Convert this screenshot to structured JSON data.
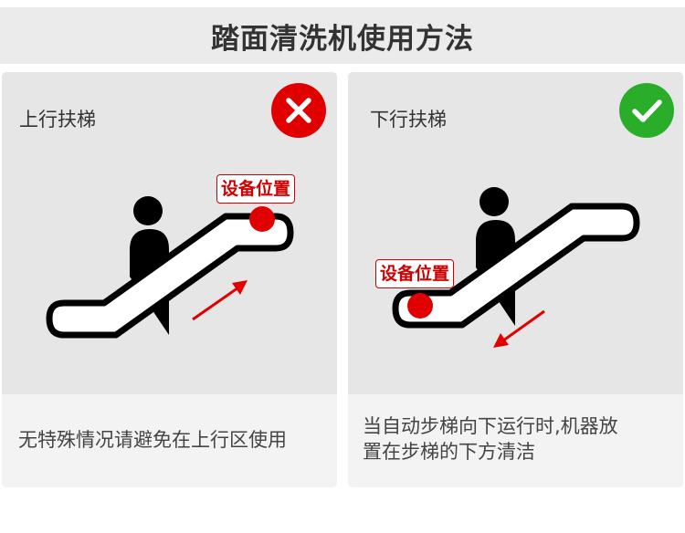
{
  "title": "踏面清洗机使用方法",
  "colors": {
    "wrong": "#e10000",
    "right": "#2aae2a",
    "device": "#e00000",
    "escalator": "#000000"
  },
  "panels": {
    "left": {
      "title": "上行扶梯",
      "status_icon": "cross-icon",
      "device_label": "设备位置",
      "direction": "up",
      "description": "无特殊情况请避免在上行区使用"
    },
    "right": {
      "title": "下行扶梯",
      "status_icon": "check-icon",
      "device_label": "设备位置",
      "direction": "down",
      "description_line1": "当自动步梯向下运行时,机器放",
      "description_line2": "置在步梯的下方清洁"
    }
  }
}
